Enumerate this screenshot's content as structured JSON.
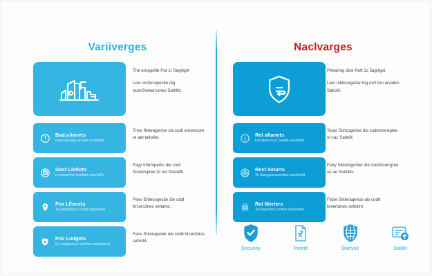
{
  "colors": {
    "accent_cyan": "#35b6e2",
    "accent_blue": "#0d9ed6",
    "title_left": "#2bb3dd",
    "title_right": "#c41f18",
    "caption_blue": "#2aa7d8",
    "background": "#fdfdfe",
    "body_text": "#3c4146"
  },
  "left_column": {
    "title": "Variiverges",
    "hero": {
      "icon": "factory-building-icon",
      "paragraph_1": "The errogohle Pat 1r Segrtget",
      "paragraph_2": "Lexr ixvfersoyecite dig ouenSvreercones Sathlitt."
    },
    "rows": [
      {
        "icon": "power-button-icon",
        "title": "Bad.ulianets",
        "subtitle": "fuerouvacses oprlars sootlahte",
        "description": "Trexr flvleragertse sla codt srecrecore re aet taltolint."
      },
      {
        "icon": "inbox-tray-icon",
        "title": "Gect Llotlots",
        "subtitle": "re soparthec lomflats sopriaFb",
        "description": "Fayy tnferoperits die codt Soceespree to oxt Saslaflit."
      },
      {
        "icon": "location-pin-icon",
        "title": "Pex Lllonets",
        "subtitle": "Te sopgrnlsoci coifatt Spioliohts",
        "description": "Pesv Srtlecogecite die cadt brcercdnes setlahst."
      },
      {
        "icon": "heart-shield-icon",
        "title": "Poc Lodgets",
        "subtitle": "Ce sopganiscs colrfiers sopolohng",
        "description": "Fanv Snleraperier die codli brcertolios setlioht."
      }
    ]
  },
  "right_column": {
    "title": "Naclvarges",
    "hero": {
      "icon": "shield-lock-icon",
      "paragraph_1": "Phearrng dixe Rett 1c 5agrtget",
      "paragraph_2": "Lexr Inklesogerlar ing oxrt bro ervalins Sakolit."
    },
    "rows": [
      {
        "icon": "info-circle-icon",
        "title": "Ret altanets",
        "subtitle": "Dst direocrcsr cortats seolathlit",
        "description": "Teusr Sixlcogerixe dis codtsmerepiee ot cac Satlolit."
      },
      {
        "icon": "basket-icon",
        "title": "Rect Seiurts",
        "subtitle": "Te Saregozsrcerrlats soooloinlit",
        "description": "Flary Sikleragorlee dla codstroerrgree so ae Setlolits."
      },
      {
        "icon": "lock-document-icon",
        "title": "Ret Merters",
        "subtitle": "Te kagaritets oorfert Spiololints",
        "description": "Flase Sikleragerios als codtr kreertahes setlolint."
      }
    ],
    "icon_strip": [
      {
        "icon": "shield-check-icon",
        "label": "Securiey"
      },
      {
        "icon": "document-pen-icon",
        "label": "Potedt"
      },
      {
        "icon": "globe-shield-icon",
        "label": "Dartyuk"
      },
      {
        "icon": "card-upload-icon",
        "label": "Satiilit"
      }
    ]
  }
}
